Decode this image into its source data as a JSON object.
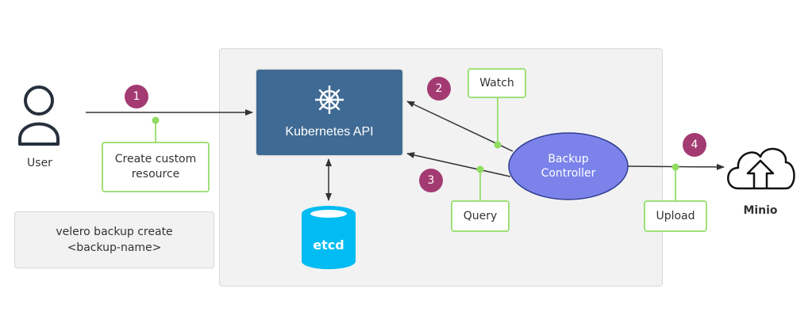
{
  "diagram": {
    "nodes": {
      "user": {
        "label": "User",
        "icon": "user-icon"
      },
      "kubernetes_api": {
        "label": "Kubernetes API",
        "icon": "helm-wheel-icon",
        "color": "#3f6a93"
      },
      "etcd": {
        "label": "etcd",
        "icon": "database-cylinder-icon",
        "color": "#00bcf2"
      },
      "backup_controller": {
        "line1": "Backup",
        "line2": "Controller",
        "color": "#7b83eb"
      },
      "minio": {
        "label": "Minio",
        "icon": "cloud-upload-icon"
      }
    },
    "command_box": {
      "text": "velero backup create\n<backup-name>"
    },
    "annotations": {
      "create_custom_resource": {
        "line1": "Create custom",
        "line2": "resource"
      },
      "watch": "Watch",
      "query": "Query",
      "upload": "Upload"
    },
    "steps": [
      "1",
      "2",
      "3",
      "4"
    ],
    "colors": {
      "badge": "#a33b72",
      "annotation_border": "#9fe07a",
      "edge": "#333333",
      "panel": "#f2f2f2"
    },
    "edges": [
      {
        "from": "User",
        "to": "Kubernetes API",
        "step": "1",
        "annotation": "Create custom resource"
      },
      {
        "from": "Backup Controller",
        "to": "Kubernetes API",
        "step": "2",
        "annotation": "Watch"
      },
      {
        "from": "Backup Controller",
        "to": "Kubernetes API",
        "step": "3",
        "annotation": "Query"
      },
      {
        "from": "Kubernetes API",
        "to": "etcd",
        "bidirectional": true
      },
      {
        "from": "Backup Controller",
        "to": "Minio",
        "step": "4",
        "annotation": "Upload"
      }
    ]
  }
}
